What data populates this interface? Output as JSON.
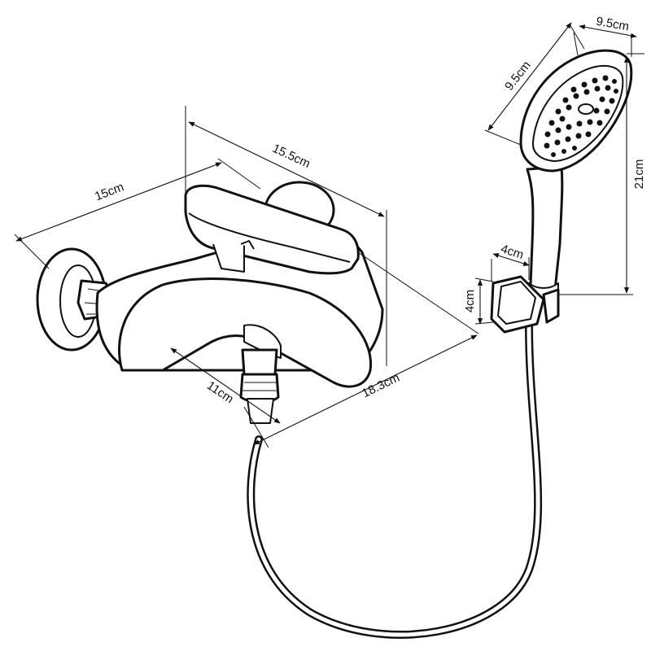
{
  "dimensions": {
    "body_depth": "15cm",
    "body_length": "15.5cm",
    "spout_length": "18.3cm",
    "outlet_offset": "11cm",
    "head_width": "9.5cm",
    "head_face": "9.5cm",
    "shower_length": "21cm",
    "holder_width": "4cm",
    "holder_height": "4cm"
  },
  "colors": {
    "line": "#111111",
    "background": "#ffffff"
  }
}
